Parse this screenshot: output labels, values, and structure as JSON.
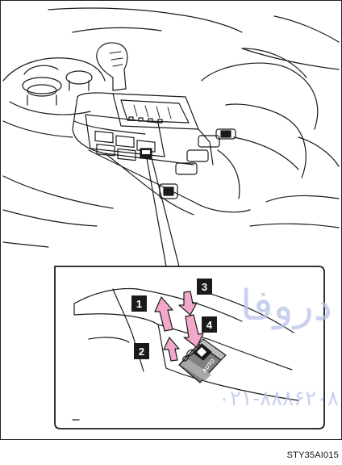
{
  "figure": {
    "code": "STY35AI015"
  },
  "steps": {
    "step1": "1",
    "step2": "2",
    "step3": "3",
    "step4": "4"
  },
  "switch": {
    "auto_label": "AUTO"
  },
  "watermark": {
    "arabic": "دروفا",
    "phone": "۰۲۱-۸۸۸۶۲۰۸"
  },
  "colors": {
    "arrow_fill": "#f2a9c9",
    "label_bg": "#1a1a1a",
    "line": "#1a1a1a",
    "watermark": "#b7c2e8"
  }
}
